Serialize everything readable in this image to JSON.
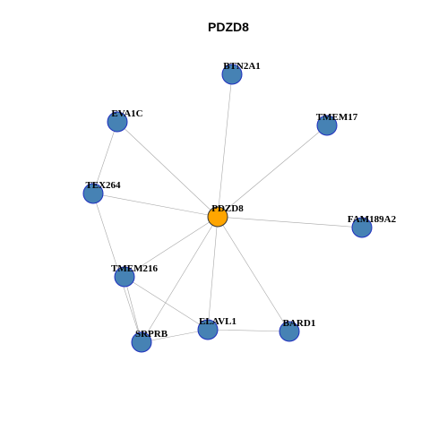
{
  "title": "PDZD8",
  "colors": {
    "center_fill": "#FFA500",
    "center_stroke": "#333333",
    "node_fill": "#4682B4",
    "node_stroke": "#1F2FBF",
    "edge": "#A8A8A8",
    "label": "#000000",
    "title": "#000000"
  },
  "nodes": [
    {
      "id": "PDZD8",
      "label": "PDZD8",
      "center": true
    },
    {
      "id": "BTN2A1",
      "label": "BTN2A1"
    },
    {
      "id": "EVA1C",
      "label": "EVA1C"
    },
    {
      "id": "TMEM17",
      "label": "TMEM17"
    },
    {
      "id": "TEX264",
      "label": "TEX264"
    },
    {
      "id": "FAM189A2",
      "label": "FAM189A2"
    },
    {
      "id": "TMEM216",
      "label": "TMEM216"
    },
    {
      "id": "ELAVL1",
      "label": "ELAVL1"
    },
    {
      "id": "BARD1",
      "label": "BARD1"
    },
    {
      "id": "SRPRB",
      "label": "SRPRB"
    }
  ],
  "edges": [
    [
      "PDZD8",
      "BTN2A1"
    ],
    [
      "PDZD8",
      "EVA1C"
    ],
    [
      "PDZD8",
      "TMEM17"
    ],
    [
      "PDZD8",
      "TEX264"
    ],
    [
      "PDZD8",
      "FAM189A2"
    ],
    [
      "PDZD8",
      "TMEM216"
    ],
    [
      "PDZD8",
      "ELAVL1"
    ],
    [
      "PDZD8",
      "BARD1"
    ],
    [
      "PDZD8",
      "SRPRB"
    ],
    [
      "EVA1C",
      "TEX264"
    ],
    [
      "TEX264",
      "SRPRB"
    ],
    [
      "TMEM216",
      "SRPRB"
    ],
    [
      "TMEM216",
      "ELAVL1"
    ],
    [
      "SRPRB",
      "ELAVL1"
    ],
    [
      "ELAVL1",
      "BARD1"
    ]
  ]
}
